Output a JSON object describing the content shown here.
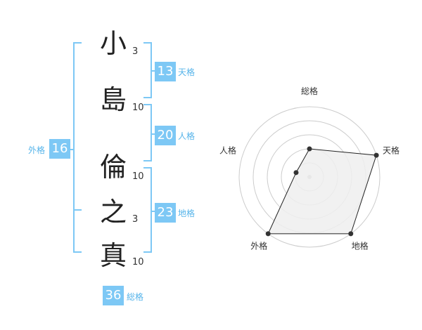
{
  "characters": [
    {
      "char": "小",
      "strokes": "3"
    },
    {
      "char": "島",
      "strokes": "10"
    },
    {
      "char": "倫",
      "strokes": "10"
    },
    {
      "char": "之",
      "strokes": "3"
    },
    {
      "char": "真",
      "strokes": "10"
    }
  ],
  "fortunes": {
    "tenkaku": {
      "value": "13",
      "label": "天格"
    },
    "jinkaku": {
      "value": "20",
      "label": "人格"
    },
    "chikaku": {
      "value": "23",
      "label": "地格"
    },
    "gaikaku": {
      "value": "16",
      "label": "外格"
    },
    "soukaku": {
      "value": "36",
      "label": "総格"
    }
  },
  "chart_data": {
    "type": "radar",
    "axes": [
      "総格",
      "天格",
      "地格",
      "外格",
      "人格"
    ],
    "values": [
      2,
      5,
      5,
      5,
      1
    ],
    "max": 5,
    "colors": {
      "fill": "#eeeeee",
      "stroke": "#222222",
      "grid": "#cccccc"
    }
  }
}
